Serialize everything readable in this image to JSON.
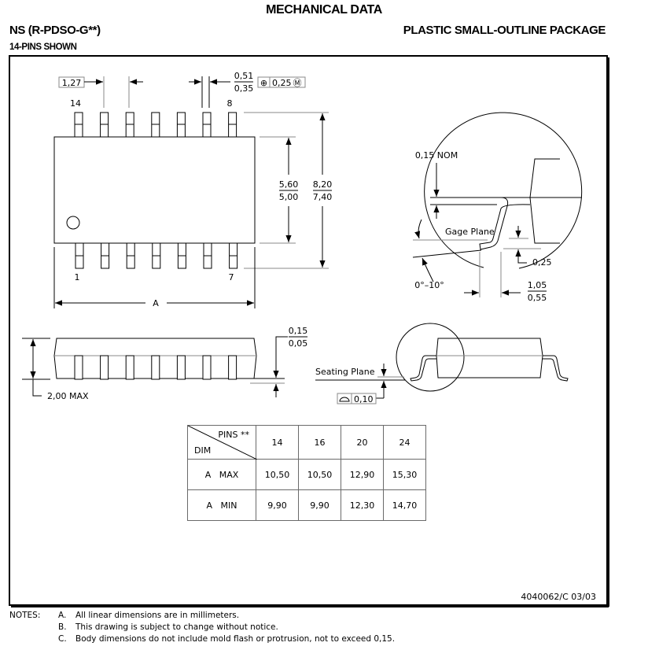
{
  "header": {
    "title": "MECHANICAL DATA",
    "package_code": "NS (R-PDSO-G**)",
    "package_name": "PLASTIC SMALL-OUTLINE PACKAGE",
    "pins_shown": "14-PINS SHOWN"
  },
  "top_view": {
    "pitch": "1,27",
    "lead_width_max": "0,51",
    "lead_width_min": "0,35",
    "position_tolerance": "0,25",
    "position_symbol": "⊕",
    "modifier_symbol": "Ⓜ",
    "pin_label_top_left": "14",
    "pin_label_top_right": "8",
    "pin_label_bottom_left": "1",
    "pin_label_bottom_right": "7",
    "body_width_max": "5,60",
    "body_width_min": "5,00",
    "overall_width_max": "8,20",
    "overall_width_min": "7,40",
    "length_label": "A",
    "pins_per_side": 7
  },
  "side_view": {
    "height_label": "2,00 MAX",
    "standoff_max": "0,15",
    "standoff_min": "0,05"
  },
  "lead_detail": {
    "lead_thickness": "0,15 NOM",
    "gage_plane_label": "Gage Plane",
    "gage_height": "0,25",
    "angle": "0°–10°",
    "foot_length_max": "1,05",
    "foot_length_min": "0,55"
  },
  "end_view": {
    "seating_plane_label": "Seating Plane",
    "coplanarity": "0,10"
  },
  "dimension_table": {
    "header_pins": "PINS **",
    "header_dim": "DIM",
    "columns": [
      "14",
      "16",
      "20",
      "24"
    ],
    "rows": [
      {
        "label": "A   MAX",
        "values": [
          "10,50",
          "10,50",
          "12,90",
          "15,30"
        ]
      },
      {
        "label": "A   MIN",
        "values": [
          "9,90",
          "9,90",
          "12,30",
          "14,70"
        ]
      }
    ]
  },
  "drawing_number": "4040062/C 03/03",
  "notes": {
    "label": "NOTES:",
    "items": [
      {
        "letter": "A.",
        "text": "All linear dimensions are in millimeters."
      },
      {
        "letter": "B.",
        "text": "This drawing is subject to change without notice."
      },
      {
        "letter": "C.",
        "text": "Body dimensions do not include mold flash or protrusion, not to exceed 0,15."
      }
    ]
  }
}
